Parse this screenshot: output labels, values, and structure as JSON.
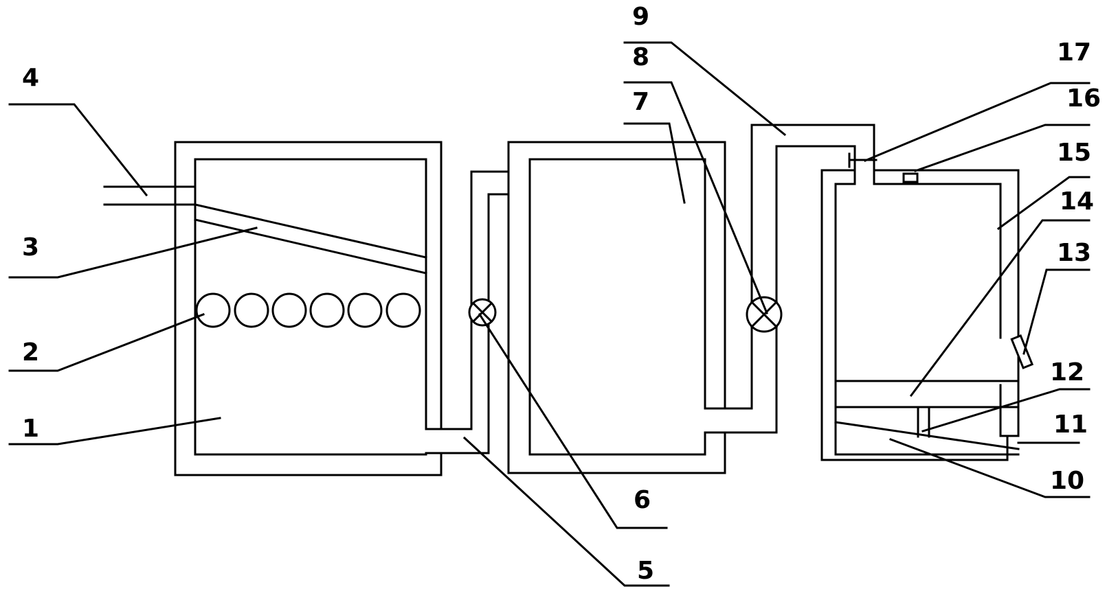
{
  "colors": {
    "stroke": "#000000",
    "background": "#ffffff"
  },
  "labels": {
    "l1": "1",
    "l2": "2",
    "l3": "3",
    "l4": "4",
    "l5": "5",
    "l6": "6",
    "l7": "7",
    "l8": "8",
    "l9": "9",
    "l10": "10",
    "l11": "11",
    "l12": "12",
    "l13": "13",
    "l14": "14",
    "l15": "15",
    "l16": "16",
    "l17": "17"
  }
}
